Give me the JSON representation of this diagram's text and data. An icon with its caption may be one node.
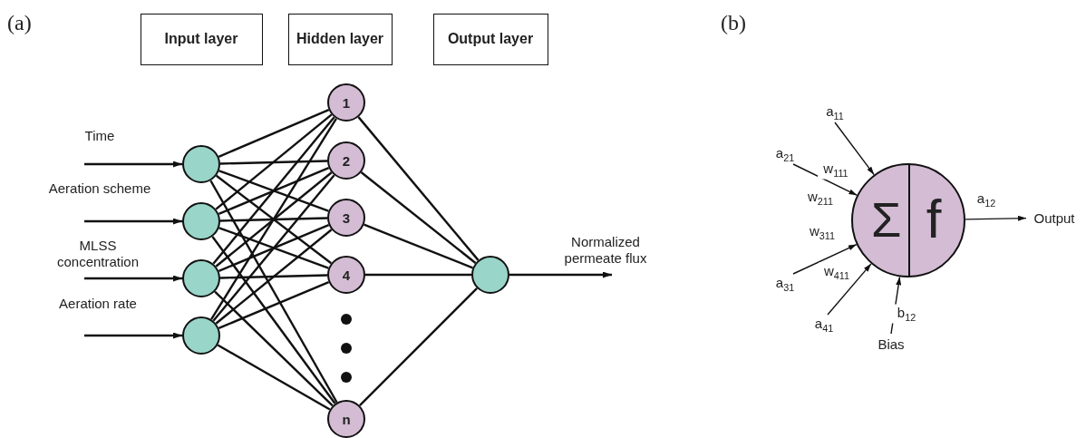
{
  "diagram": {
    "nodes": [
      {
        "text": [
          "Input layer"
        ]
      },
      {
        "text": [
          "Hidden layer"
        ]
      },
      {
        "text": [
          "Output layer"
        ]
      },
      {
        "text": [],
        "shape": "circle"
      },
      {
        "text": [],
        "shape": "circle"
      },
      {
        "text": [],
        "shape": "circle"
      },
      {
        "text": [],
        "shape": "circle"
      },
      {
        "text": [
          "1"
        ]
      },
      {
        "text": [
          "2"
        ]
      },
      {
        "text": [
          "3"
        ]
      },
      {
        "text": [
          "4"
        ]
      },
      {
        "text": [
          "n"
        ]
      },
      {
        "text": [],
        "shape": "circle"
      },
      {
        "text": [
          "Σ",
          "f"
        ]
      },
      {
        "text": [
          "a$_{11}$"
        ]
      },
      {
        "text": [
          "a$_{21}$"
        ]
      },
      {
        "text": [
          "a$_{31}$"
        ]
      },
      {
        "text": [
          "a$_{41}$"
        ]
      },
      {
        "text": [
          "Bias"
        ]
      },
      {
        "text": [
          "Output"
        ]
      }
    ],
    "edges": [
      {
        "from": null,
        "to": 3,
        "arrow": "to",
        "label": "Time"
      },
      {
        "from": null,
        "to": 4,
        "arrow": "to",
        "label": "Aeration scheme"
      },
      {
        "from": null,
        "to": 5,
        "arrow": "to",
        "label": "MLSS concentration"
      },
      {
        "from": null,
        "to": 6,
        "arrow": "to",
        "label": "Aeration rate"
      },
      {
        "from": 3,
        "to": 7,
        "arrow": "none"
      },
      {
        "from": 3,
        "to": 8,
        "arrow": "none"
      },
      {
        "from": 3,
        "to": 9,
        "arrow": "none"
      },
      {
        "from": 3,
        "to": 10,
        "arrow": "none"
      },
      {
        "from": 3,
        "to": 11,
        "arrow": "none"
      },
      {
        "from": 4,
        "to": 7,
        "arrow": "none"
      },
      {
        "from": 4,
        "to": 8,
        "arrow": "none"
      },
      {
        "from": 4,
        "to": 9,
        "arrow": "none"
      },
      {
        "from": 4,
        "to": 10,
        "arrow": "none"
      },
      {
        "from": 4,
        "to": 11,
        "arrow": "none"
      },
      {
        "from": 5,
        "to": 7,
        "arrow": "none"
      },
      {
        "from": 5,
        "to": 8,
        "arrow": "none"
      },
      {
        "from": 5,
        "to": 9,
        "arrow": "none"
      },
      {
        "from": 5,
        "to": 10,
        "arrow": "none"
      },
      {
        "from": 5,
        "to": 11,
        "arrow": "none"
      },
      {
        "from": 6,
        "to": 7,
        "arrow": "none"
      },
      {
        "from": 6,
        "to": 8,
        "arrow": "none"
      },
      {
        "from": 6,
        "to": 9,
        "arrow": "none"
      },
      {
        "from": 6,
        "to": 10,
        "arrow": "none"
      },
      {
        "from": 6,
        "to": 11,
        "arrow": "none"
      },
      {
        "from": 7,
        "to": 12,
        "arrow": "none"
      },
      {
        "from": 8,
        "to": 12,
        "arrow": "none"
      },
      {
        "from": 9,
        "to": 12,
        "arrow": "none"
      },
      {
        "from": 10,
        "to": 12,
        "arrow": "none"
      },
      {
        "from": 11,
        "to": 12,
        "arrow": "none"
      },
      {
        "from": 12,
        "to": null,
        "arrow": "to",
        "label": "Normalized permeate flux"
      },
      {
        "from": 14,
        "to": 13,
        "arrow": "to",
        "label": "w$_{111}$"
      },
      {
        "from": 15,
        "to": 13,
        "arrow": "to",
        "label": "w$_{211}$"
      },
      {
        "from": 16,
        "to": 13,
        "arrow": "to",
        "label": "w$_{311}$"
      },
      {
        "from": 17,
        "to": 13,
        "arrow": "to",
        "label": "w$_{411}$"
      },
      {
        "from": 18,
        "to": 13,
        "arrow": "to",
        "label": "b$_{12}$"
      },
      {
        "from": 13,
        "to": 19,
        "arrow": "to",
        "label": "a$_{12}$"
      }
    ],
    "labels": [
      "(a)",
      "(b)"
    ]
  }
}
